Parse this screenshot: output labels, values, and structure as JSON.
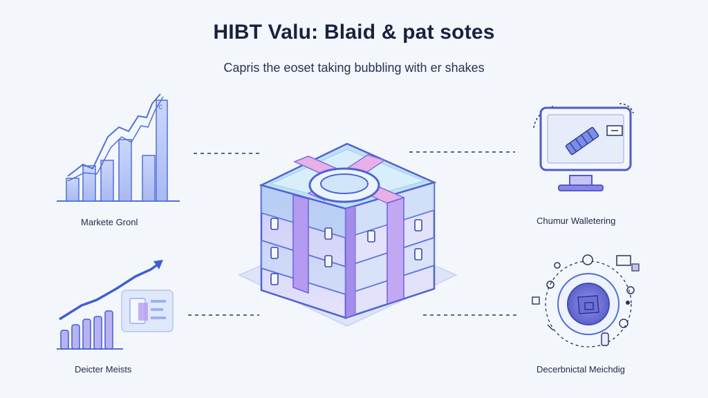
{
  "header": {
    "title": "HIBT Valu: Blaid & pat sotes",
    "subtitle": "Capris the eoset taking bubbling with er shakes"
  },
  "nodes": {
    "top_left": {
      "label": "Markete Gronl",
      "icon": "growth-chart-icon"
    },
    "bottom_left": {
      "label": "Deicter Meists",
      "icon": "trend-arrow-chart-icon"
    },
    "top_right": {
      "label": "Chumur Walletering",
      "icon": "monitor-icon"
    },
    "bottom_right": {
      "label": "Decerbnictal Meichdig",
      "icon": "network-circle-icon"
    },
    "center": {
      "icon": "data-cube-icon"
    }
  },
  "colors": {
    "accent_blue": "#3f6fd8",
    "light_blue": "#8fc4f0",
    "lavender": "#b79ef0",
    "purple": "#8a78e6",
    "pink": "#e6a8e0",
    "navy": "#1b2340"
  }
}
